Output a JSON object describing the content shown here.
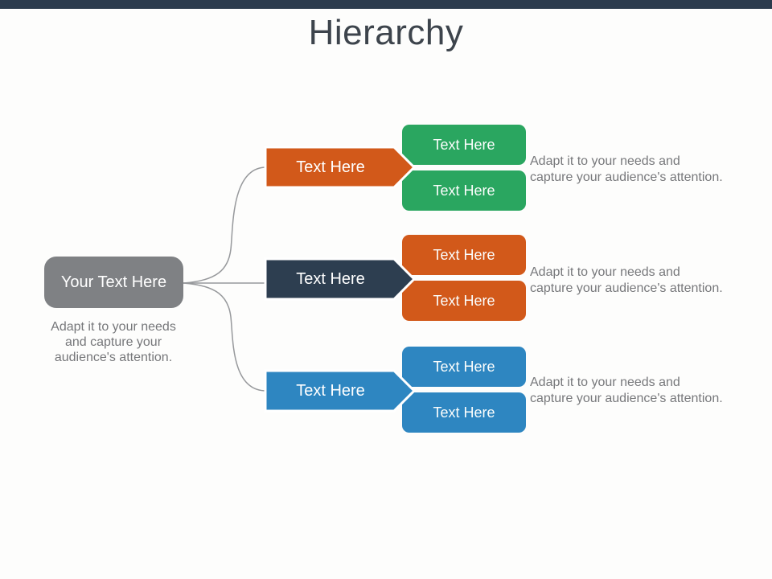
{
  "page": {
    "top_bar_color": "#2c3b4d",
    "background": "#fdfdfc",
    "connector_color": "#97999c"
  },
  "title": "Hierarchy",
  "root": {
    "label": "Your Text Here",
    "color": "#7f8184",
    "caption_lines": [
      "Adapt it to your needs",
      "and capture your",
      "audience's attention."
    ]
  },
  "branches": [
    {
      "label": "Text Here",
      "arrow_color": "#d2591a",
      "child_color": "#2aa660",
      "children": [
        "Text Here",
        "Text Here"
      ],
      "caption_lines": [
        "Adapt it to your needs and",
        "capture your audience's attention."
      ]
    },
    {
      "label": "Text Here",
      "arrow_color": "#2d3e50",
      "child_color": "#d2591a",
      "children": [
        "Text Here",
        "Text Here"
      ],
      "caption_lines": [
        "Adapt it to your needs and",
        "capture your audience's attention."
      ]
    },
    {
      "label": "Text Here",
      "arrow_color": "#2e86c1",
      "child_color": "#2e86c1",
      "children": [
        "Text Here",
        "Text Here"
      ],
      "caption_lines": [
        "Adapt it to your needs and",
        "capture your audience's attention."
      ]
    }
  ]
}
